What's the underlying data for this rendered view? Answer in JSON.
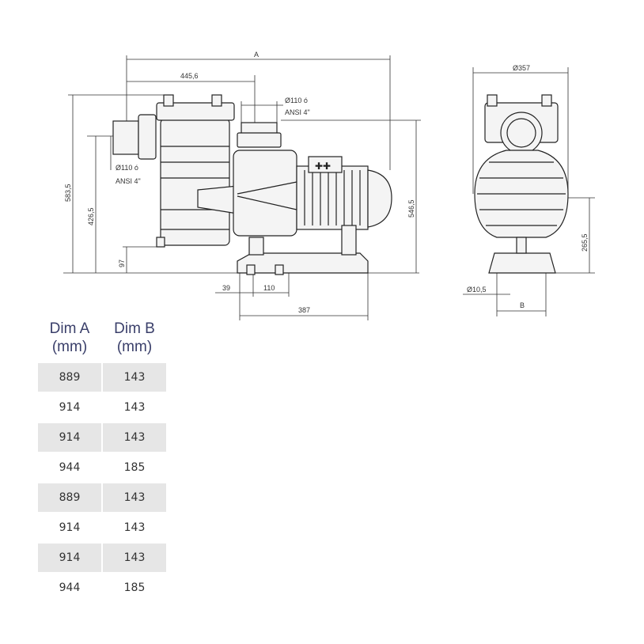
{
  "drawing": {
    "side_view": {
      "dim_A": "A",
      "dim_445": "445,6",
      "port_top": "Ø110 ó",
      "port_top_ansi": "ANSI 4\"",
      "port_side": "Ø110 ó",
      "port_side_ansi": "ANSI 4\"",
      "dim_583": "583,5",
      "dim_426": "426,5",
      "dim_97": "97",
      "dim_546": "546,5",
      "dim_39": "39",
      "dim_110": "110",
      "dim_387": "387"
    },
    "end_view": {
      "dim_357": "Ø357",
      "dim_265": "265,5",
      "dim_hole": "Ø10,5",
      "dim_B": "B"
    }
  },
  "table": {
    "headers": [
      "Dim A\n(mm)",
      "Dim B\n(mm)"
    ],
    "header_a_line1": "Dim A",
    "header_a_line2": "(mm)",
    "header_b_line1": "Dim B",
    "header_b_line2": "(mm)",
    "rows": [
      {
        "a": "889",
        "b": "143"
      },
      {
        "a": "914",
        "b": "143"
      },
      {
        "a": "914",
        "b": "143"
      },
      {
        "a": "944",
        "b": "185"
      },
      {
        "a": "889",
        "b": "143"
      },
      {
        "a": "914",
        "b": "143"
      },
      {
        "a": "914",
        "b": "143"
      },
      {
        "a": "944",
        "b": "185"
      }
    ]
  }
}
